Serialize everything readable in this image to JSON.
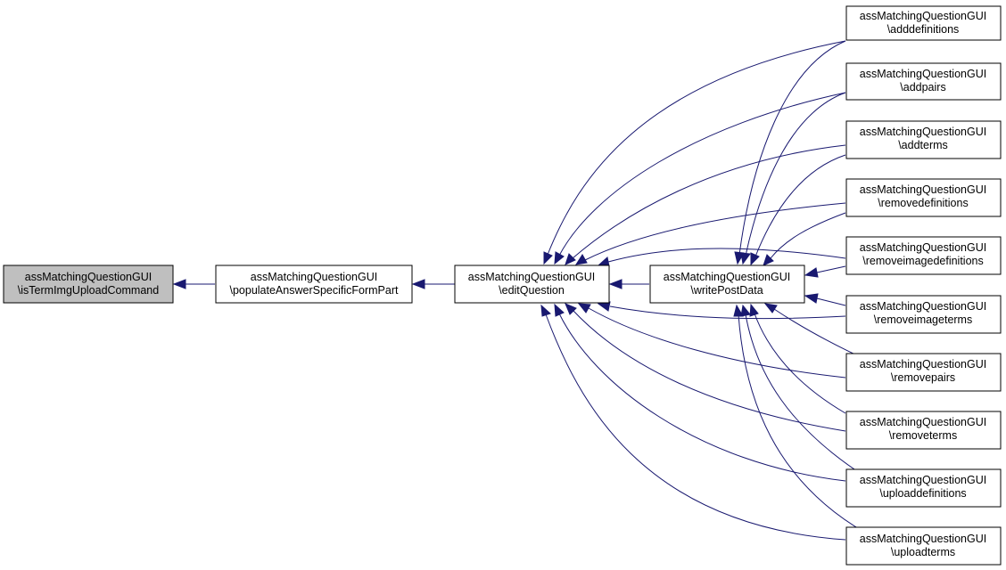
{
  "diagram": {
    "edge_color": "#191970",
    "highlight_fill": "#bfbfbf",
    "nodes": [
      {
        "id": "isTermImgUploadCommand",
        "line1": "assMatchingQuestionGUI",
        "line2": "\\isTermImgUploadCommand",
        "highlight": true
      },
      {
        "id": "populateAnswerSpecificFormPart",
        "line1": "assMatchingQuestionGUI",
        "line2": "\\populateAnswerSpecificFormPart",
        "highlight": false
      },
      {
        "id": "editQuestion",
        "line1": "assMatchingQuestionGUI",
        "line2": "\\editQuestion",
        "highlight": false
      },
      {
        "id": "writePostData",
        "line1": "assMatchingQuestionGUI",
        "line2": "\\writePostData",
        "highlight": false
      },
      {
        "id": "adddefinitions",
        "line1": "assMatchingQuestionGUI",
        "line2": "\\adddefinitions",
        "highlight": false
      },
      {
        "id": "addpairs",
        "line1": "assMatchingQuestionGUI",
        "line2": "\\addpairs",
        "highlight": false
      },
      {
        "id": "addterms",
        "line1": "assMatchingQuestionGUI",
        "line2": "\\addterms",
        "highlight": false
      },
      {
        "id": "removedefinitions",
        "line1": "assMatchingQuestionGUI",
        "line2": "\\removedefinitions",
        "highlight": false
      },
      {
        "id": "removeimagedefinitions",
        "line1": "assMatchingQuestionGUI",
        "line2": "\\removeimagedefinitions",
        "highlight": false
      },
      {
        "id": "removeimageterms",
        "line1": "assMatchingQuestionGUI",
        "line2": "\\removeimageterms",
        "highlight": false
      },
      {
        "id": "removepairs",
        "line1": "assMatchingQuestionGUI",
        "line2": "\\removepairs",
        "highlight": false
      },
      {
        "id": "removeterms",
        "line1": "assMatchingQuestionGUI",
        "line2": "\\removeterms",
        "highlight": false
      },
      {
        "id": "uploaddefinitions",
        "line1": "assMatchingQuestionGUI",
        "line2": "\\uploaddefinitions",
        "highlight": false
      },
      {
        "id": "uploadterms",
        "line1": "assMatchingQuestionGUI",
        "line2": "\\uploadterms",
        "highlight": false
      }
    ],
    "edges": [
      {
        "from": "populateAnswerSpecificFormPart",
        "to": "isTermImgUploadCommand"
      },
      {
        "from": "editQuestion",
        "to": "populateAnswerSpecificFormPart"
      },
      {
        "from": "writePostData",
        "to": "editQuestion"
      },
      {
        "from": "adddefinitions",
        "to": "editQuestion"
      },
      {
        "from": "addpairs",
        "to": "editQuestion"
      },
      {
        "from": "addterms",
        "to": "editQuestion"
      },
      {
        "from": "removedefinitions",
        "to": "editQuestion"
      },
      {
        "from": "removeimagedefinitions",
        "to": "editQuestion"
      },
      {
        "from": "removeimageterms",
        "to": "editQuestion"
      },
      {
        "from": "removepairs",
        "to": "editQuestion"
      },
      {
        "from": "removeterms",
        "to": "editQuestion"
      },
      {
        "from": "uploaddefinitions",
        "to": "editQuestion"
      },
      {
        "from": "uploadterms",
        "to": "editQuestion"
      },
      {
        "from": "adddefinitions",
        "to": "writePostData"
      },
      {
        "from": "addpairs",
        "to": "writePostData"
      },
      {
        "from": "addterms",
        "to": "writePostData"
      },
      {
        "from": "removedefinitions",
        "to": "writePostData"
      },
      {
        "from": "removeimagedefinitions",
        "to": "writePostData"
      },
      {
        "from": "removeimageterms",
        "to": "writePostData"
      },
      {
        "from": "removepairs",
        "to": "writePostData"
      },
      {
        "from": "removeterms",
        "to": "writePostData"
      },
      {
        "from": "uploaddefinitions",
        "to": "writePostData"
      },
      {
        "from": "uploadterms",
        "to": "writePostData"
      }
    ]
  }
}
